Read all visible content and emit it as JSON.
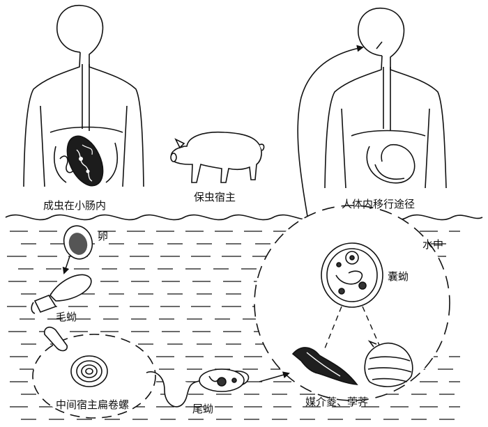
{
  "labels": {
    "adult_in_intestine": "成虫在小肠内",
    "reservoir_host": "保虫宿主",
    "human_migration_route": "人体内移行途径",
    "egg": "卵",
    "water": "水中",
    "miracidium": "毛蚴",
    "metacercaria": "囊蚴",
    "intermediate_host_snail": "中间宿主扁卷螺",
    "cercaria": "尾蚴",
    "vector_plants": "媒介菱、荸荠"
  },
  "colors": {
    "ink": "#111111",
    "paper": "#ffffff",
    "dark_fill": "#222222"
  },
  "icons": [
    "human-figure-infected",
    "pig",
    "human-figure-digestive",
    "egg",
    "miracidium",
    "sporocyst",
    "snail",
    "cercaria",
    "metacercaria",
    "water-chestnut",
    "water-caltrop"
  ]
}
